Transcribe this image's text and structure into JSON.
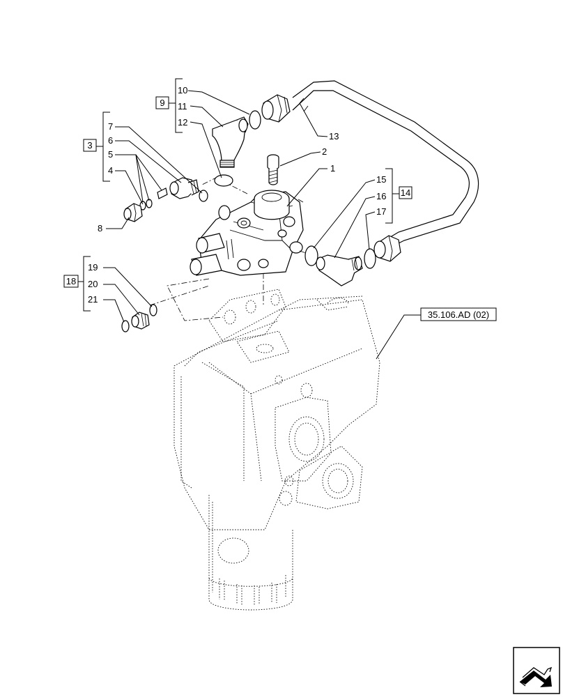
{
  "callouts": {
    "c1": "1",
    "c2": "2",
    "c4": "4",
    "c5": "5",
    "c6": "6",
    "c7": "7",
    "c8": "8",
    "c10": "10",
    "c11": "11",
    "c12": "12",
    "c13": "13",
    "c15": "15",
    "c16": "16",
    "c17": "17",
    "c19": "19",
    "c20": "20",
    "c21": "21"
  },
  "groups": {
    "g3": "3",
    "g9": "9",
    "g14": "14",
    "g18": "18"
  },
  "reference": {
    "label": "35.106.AD (02)"
  },
  "nav": {
    "icon": "next-page-arrow-icon"
  }
}
